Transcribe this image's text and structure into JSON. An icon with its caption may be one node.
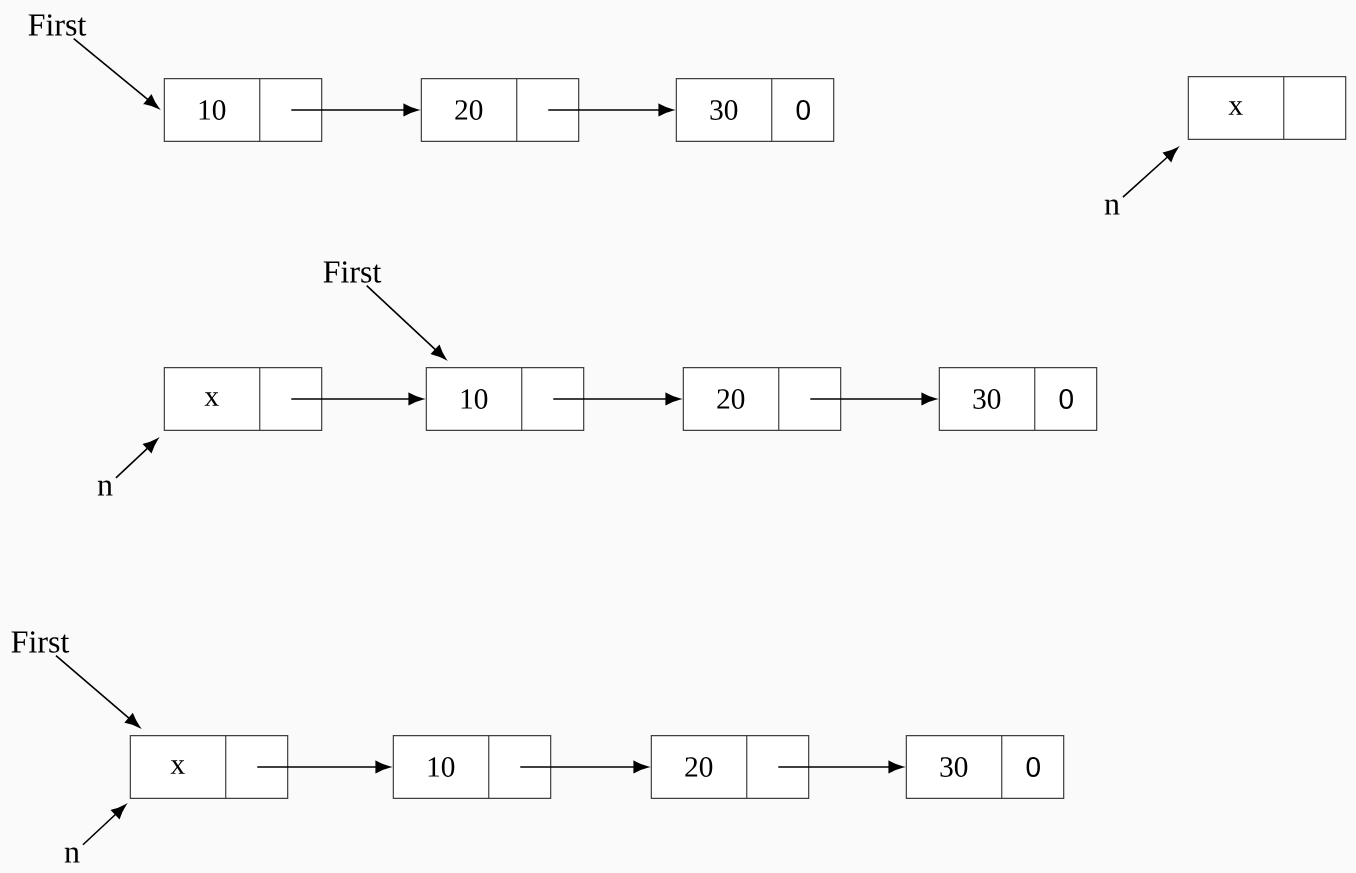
{
  "diagram": {
    "nodes": [
      {
        "text": [
          "First"
        ]
      },
      {
        "text": [
          "10"
        ]
      },
      {
        "text": [
          "20"
        ]
      },
      {
        "text": [
          "30",
          "0"
        ]
      },
      {
        "text": [
          "x"
        ]
      },
      {
        "text": [
          "n"
        ]
      },
      {
        "text": [
          "First"
        ]
      },
      {
        "text": [
          "x"
        ]
      },
      {
        "text": [
          "10"
        ]
      },
      {
        "text": [
          "20"
        ]
      },
      {
        "text": [
          "30",
          "0"
        ]
      },
      {
        "text": [
          "n"
        ]
      },
      {
        "text": [
          "First"
        ]
      },
      {
        "text": [
          "x"
        ]
      },
      {
        "text": [
          "10"
        ]
      },
      {
        "text": [
          "20"
        ]
      },
      {
        "text": [
          "30",
          "0"
        ]
      },
      {
        "text": [
          "n"
        ]
      }
    ],
    "edges": [
      {
        "from": 0,
        "to": 1,
        "arrow": "to"
      },
      {
        "from": 1,
        "to": 2,
        "arrow": "to"
      },
      {
        "from": 2,
        "to": 3,
        "arrow": "to"
      },
      {
        "from": 5,
        "to": 4,
        "arrow": "to"
      },
      {
        "from": 6,
        "to": 8,
        "arrow": "to"
      },
      {
        "from": 7,
        "to": 8,
        "arrow": "to"
      },
      {
        "from": 8,
        "to": 9,
        "arrow": "to"
      },
      {
        "from": 9,
        "to": 10,
        "arrow": "to"
      },
      {
        "from": 11,
        "to": 7,
        "arrow": "to"
      },
      {
        "from": 12,
        "to": 13,
        "arrow": "to"
      },
      {
        "from": 13,
        "to": 14,
        "arrow": "to"
      },
      {
        "from": 14,
        "to": 15,
        "arrow": "to"
      },
      {
        "from": 15,
        "to": 16,
        "arrow": "to"
      },
      {
        "from": 17,
        "to": 13,
        "arrow": "to"
      }
    ]
  }
}
